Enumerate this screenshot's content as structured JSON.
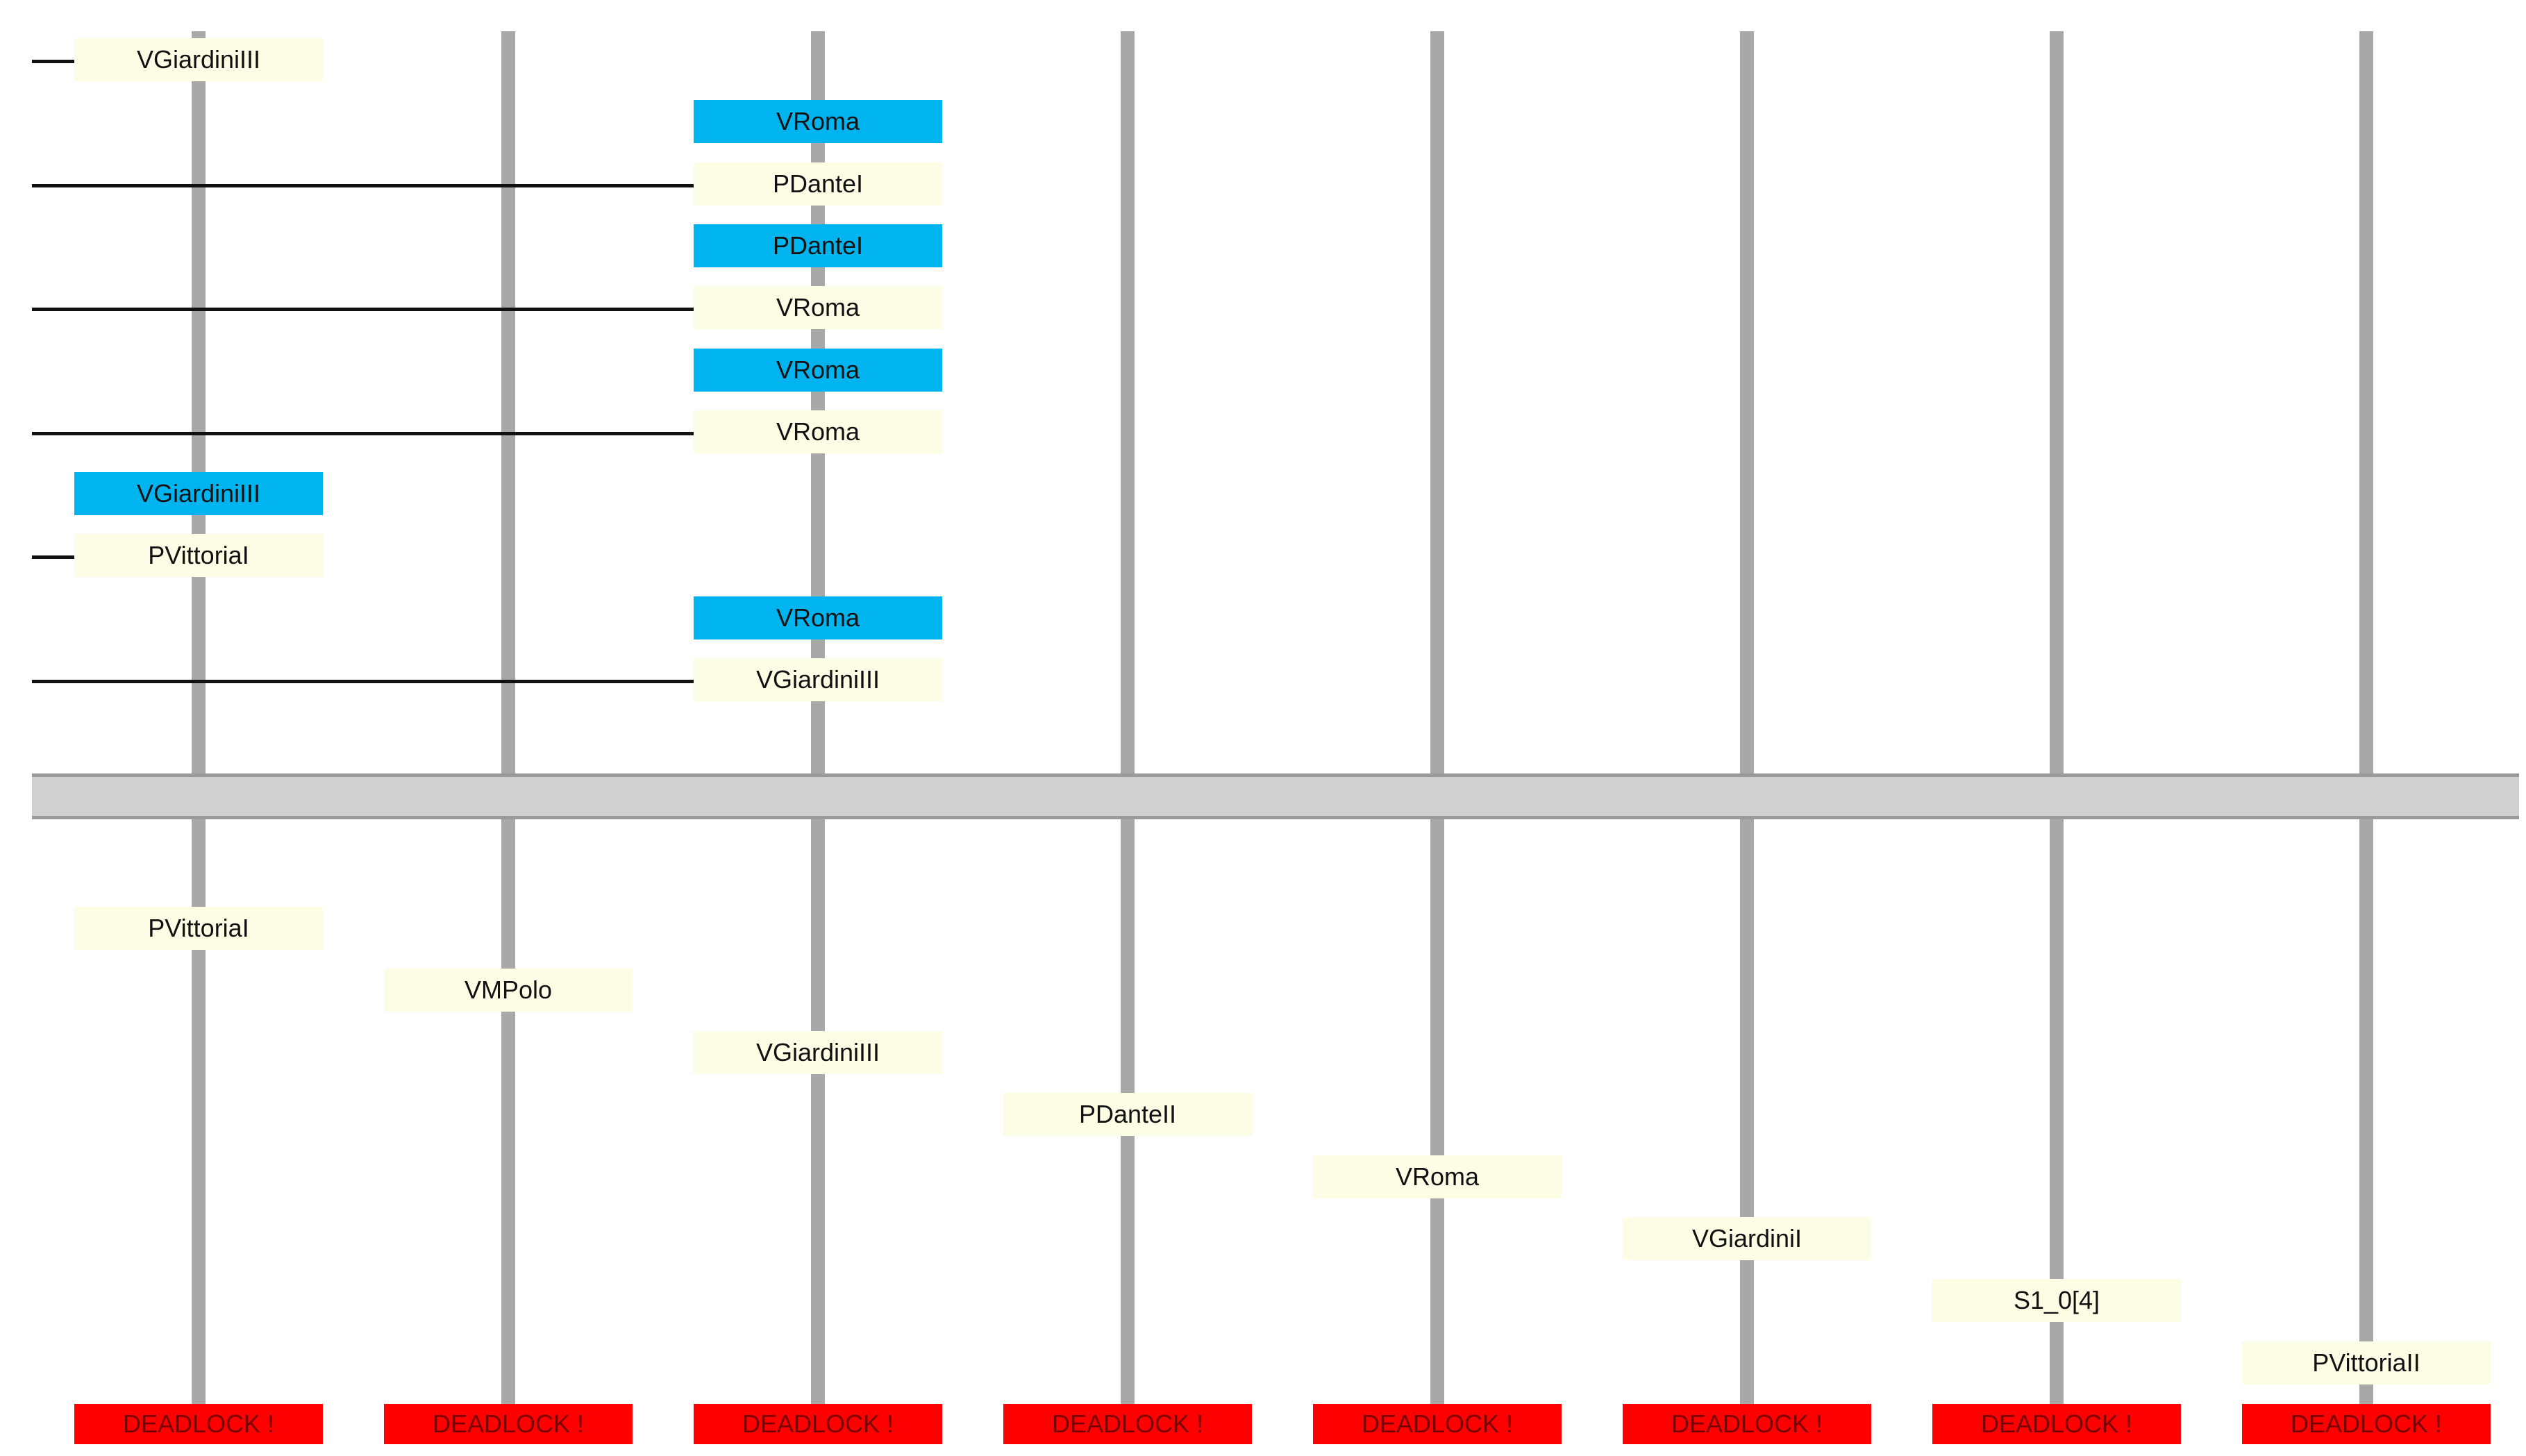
{
  "colors": {
    "lane": "#a8a8a8",
    "separator": "#d0d0d0",
    "event_box": "#fdfde6",
    "highlight_box": "#00b4ef",
    "deadlock_box": "#ff0000",
    "message_line": "#111111"
  },
  "lanes": [
    {
      "deadlock": "DEADLOCK !"
    },
    {
      "deadlock": "DEADLOCK !"
    },
    {
      "deadlock": "DEADLOCK !"
    },
    {
      "deadlock": "DEADLOCK !"
    },
    {
      "deadlock": "DEADLOCK !"
    },
    {
      "deadlock": "DEADLOCK !"
    },
    {
      "deadlock": "DEADLOCK !"
    },
    {
      "deadlock": "DEADLOCK !"
    }
  ],
  "upper_events": [
    {
      "label": "VGiardiniIII",
      "lane": 1,
      "row": 0,
      "style": "plain",
      "line_from_edge": true
    },
    {
      "label": "VRoma",
      "lane": 3,
      "row": 1,
      "style": "highlight",
      "line_from_edge": false
    },
    {
      "label": "PDanteI",
      "lane": 3,
      "row": 2,
      "style": "plain",
      "line_from_edge": true
    },
    {
      "label": "PDanteI",
      "lane": 3,
      "row": 3,
      "style": "highlight",
      "line_from_edge": false
    },
    {
      "label": "VRoma",
      "lane": 3,
      "row": 4,
      "style": "plain",
      "line_from_edge": true
    },
    {
      "label": "VRoma",
      "lane": 3,
      "row": 5,
      "style": "highlight",
      "line_from_edge": false
    },
    {
      "label": "VRoma",
      "lane": 3,
      "row": 6,
      "style": "plain",
      "line_from_edge": true
    },
    {
      "label": "VGiardiniIII",
      "lane": 1,
      "row": 7,
      "style": "highlight",
      "line_from_edge": false
    },
    {
      "label": "PVittoriaI",
      "lane": 1,
      "row": 8,
      "style": "plain",
      "line_from_edge": true
    },
    {
      "label": "VRoma",
      "lane": 3,
      "row": 9,
      "style": "highlight",
      "line_from_edge": false
    },
    {
      "label": "VGiardiniIII",
      "lane": 3,
      "row": 10,
      "style": "plain",
      "line_from_edge": true
    }
  ],
  "lower_events": [
    {
      "label": "PVittoriaI",
      "lane": 1,
      "step": 0
    },
    {
      "label": "VMPolo",
      "lane": 2,
      "step": 1
    },
    {
      "label": "VGiardiniIII",
      "lane": 3,
      "step": 2
    },
    {
      "label": "PDanteII",
      "lane": 4,
      "step": 3
    },
    {
      "label": "VRoma",
      "lane": 5,
      "step": 4
    },
    {
      "label": "VGiardiniI",
      "lane": 6,
      "step": 5
    },
    {
      "label": "S1_0[4]",
      "lane": 7,
      "step": 6
    },
    {
      "label": "PVittoriaII",
      "lane": 8,
      "step": 7
    }
  ]
}
